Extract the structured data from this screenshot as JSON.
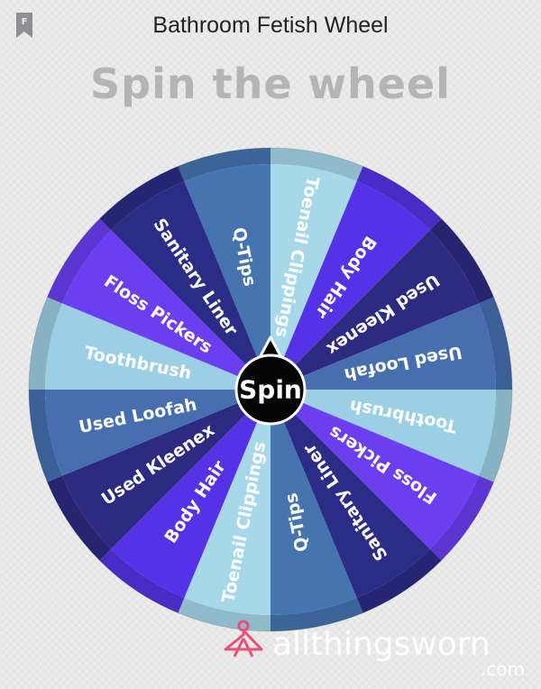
{
  "header": {
    "title": "Bathroom Fetish Wheel",
    "bookmark_letter": "F",
    "headline": "Spin the wheel"
  },
  "wheel": {
    "spin_label": "Spin",
    "segments": [
      {
        "label": "Toenail Clippings",
        "color": "#a6d8ea"
      },
      {
        "label": "Body Hair",
        "color": "#5532e6"
      },
      {
        "label": "Used Kleenex",
        "color": "#2d2a82"
      },
      {
        "label": "Used Loofah",
        "color": "#476fb0"
      },
      {
        "label": "Toothbrush",
        "color": "#9ccfe4"
      },
      {
        "label": "Floss Pickers",
        "color": "#6c3ef2"
      },
      {
        "label": "Sanitary Liner",
        "color": "#2a2c86"
      },
      {
        "label": "Q-Tips",
        "color": "#4574b0"
      },
      {
        "label": "Toenail Clippings",
        "color": "#a6d8ea"
      },
      {
        "label": "Body Hair",
        "color": "#5532e6"
      },
      {
        "label": "Used Kleenex",
        "color": "#2d2a82"
      },
      {
        "label": "Used Loofah",
        "color": "#476fb0"
      },
      {
        "label": "Toothbrush",
        "color": "#9ccfe4"
      },
      {
        "label": "Floss Pickers",
        "color": "#6c3ef2"
      },
      {
        "label": "Sanitary Liner",
        "color": "#2a2c86"
      },
      {
        "label": "Q-Tips",
        "color": "#4574b0"
      }
    ]
  },
  "watermark": {
    "brand": "allthingsworn",
    "suffix": ".com"
  },
  "colors": {
    "hub": "#050505",
    "watermark": "#ffffff",
    "hanger": "#e8507a"
  }
}
